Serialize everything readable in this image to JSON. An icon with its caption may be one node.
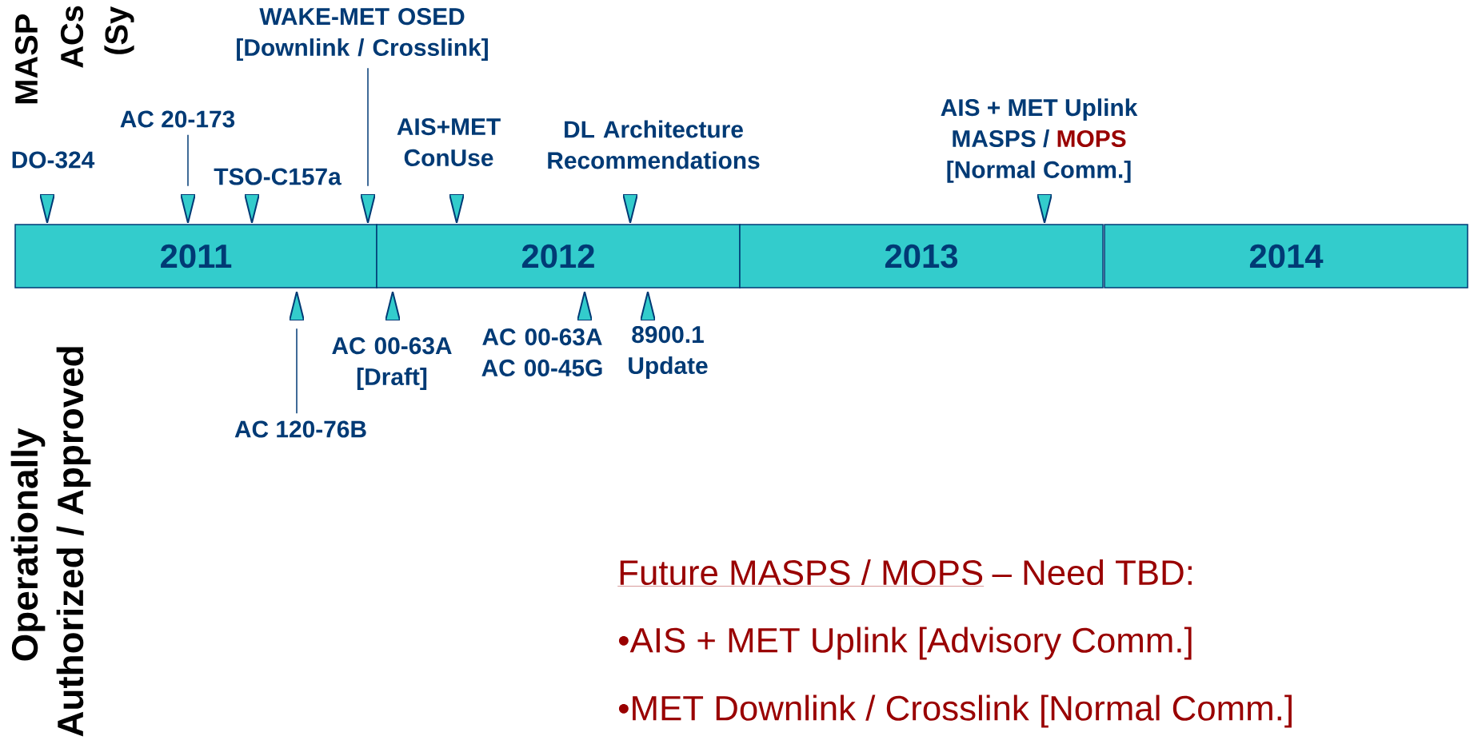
{
  "diagram": {
    "nodes": [
      {
        "text": [
          "2011"
        ]
      },
      {
        "text": [
          "2012"
        ]
      },
      {
        "text": [
          "2013"
        ]
      },
      {
        "text": [
          "2014"
        ]
      },
      {
        "text": [
          "DO-324"
        ]
      },
      {
        "text": [],
        "shape": "triangle"
      },
      {
        "text": [
          "AC 20-173"
        ]
      },
      {
        "text": [],
        "shape": "triangle"
      },
      {
        "text": [
          "TSO-C157a"
        ]
      },
      {
        "text": [],
        "shape": "triangle"
      },
      {
        "text": [
          "WAKE-MET OSED [Downlink / Crosslink]"
        ]
      },
      {
        "text": [],
        "shape": "triangle"
      },
      {
        "text": [
          "AIS+MET ConUse"
        ]
      },
      {
        "text": [],
        "shape": "triangle"
      },
      {
        "text": [
          "DL Architecture Recommendations"
        ]
      },
      {
        "text": [],
        "shape": "triangle"
      },
      {
        "text": [
          "AIS + MET Uplink",
          "MASPS /",
          "MOPS",
          "[Normal Comm.]"
        ]
      },
      {
        "text": [],
        "shape": "triangle"
      },
      {
        "text": [],
        "shape": "triangle"
      },
      {
        "text": [
          "AC 120-76B"
        ]
      },
      {
        "text": [],
        "shape": "triangle"
      },
      {
        "text": [
          "AC 00-63A [Draft]"
        ]
      },
      {
        "text": [],
        "shape": "triangle"
      },
      {
        "text": [
          "AC 00-63A AC 00-45G"
        ]
      },
      {
        "text": [],
        "shape": "triangle"
      },
      {
        "text": [
          "8900.1 Update"
        ]
      }
    ],
    "edges": [
      {
        "from": 6,
        "to": 7,
        "arrow": "none"
      },
      {
        "from": 10,
        "to": 11,
        "arrow": "none"
      },
      {
        "from": 19,
        "to": 18,
        "arrow": "none"
      }
    ],
    "labels": [
      "MASP",
      "ACs",
      "(Sy",
      "Operationally",
      "Authorized / Approved",
      "Future MASPS / MOPS",
      "– Need TBD:",
      "•AIS + MET Uplink [Advisory Comm.]",
      "•MET Downlink / Crosslink [Normal Comm.]"
    ]
  }
}
